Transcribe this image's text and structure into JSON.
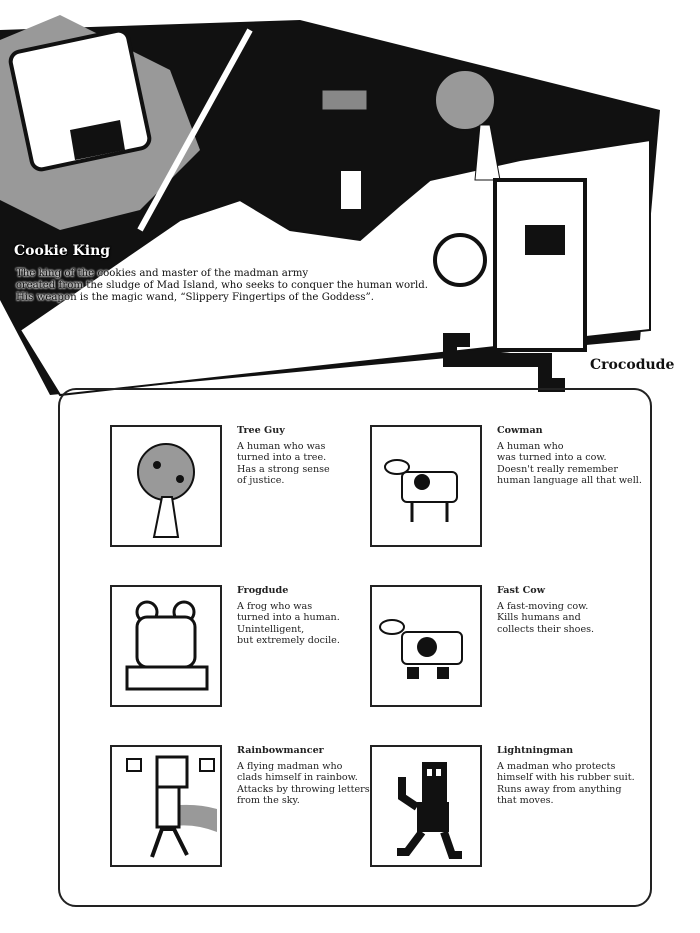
{
  "hero": {
    "name": "Cookie King",
    "desc": [
      "The king of the cookies and master of the madman army",
      "created from the sludge of Mad Island, who seeks to conquer the human world.",
      "His weapon is the magic wand, “Slippery Fingertips of the Goddess”."
    ]
  },
  "second_hero": {
    "name": "Crocodude"
  },
  "characters": [
    {
      "name": "Tree Guy",
      "desc": [
        "A human who was",
        "turned into a tree.",
        "Has a strong sense",
        "of justice."
      ]
    },
    {
      "name": "Cowman",
      "desc": [
        "A human who",
        "was turned into a cow.",
        "Doesn't really remember",
        "human language all that well."
      ]
    },
    {
      "name": "Frogdude",
      "desc": [
        "A frog who was",
        "turned into a human.",
        "Unintelligent,",
        "but extremely docile."
      ]
    },
    {
      "name": "Fast Cow",
      "desc": [
        "A fast-moving cow.",
        "Kills humans and",
        "collects their shoes."
      ]
    },
    {
      "name": "Rainbowmancer",
      "desc": [
        "A flying madman who",
        "clads himself in rainbow.",
        "Attacks by throwing letters",
        "from the sky."
      ]
    },
    {
      "name": "Lightningman",
      "desc": [
        "A madman who protects",
        "himself with his rubber suit.",
        "Runs away from anything",
        "that moves."
      ]
    }
  ]
}
